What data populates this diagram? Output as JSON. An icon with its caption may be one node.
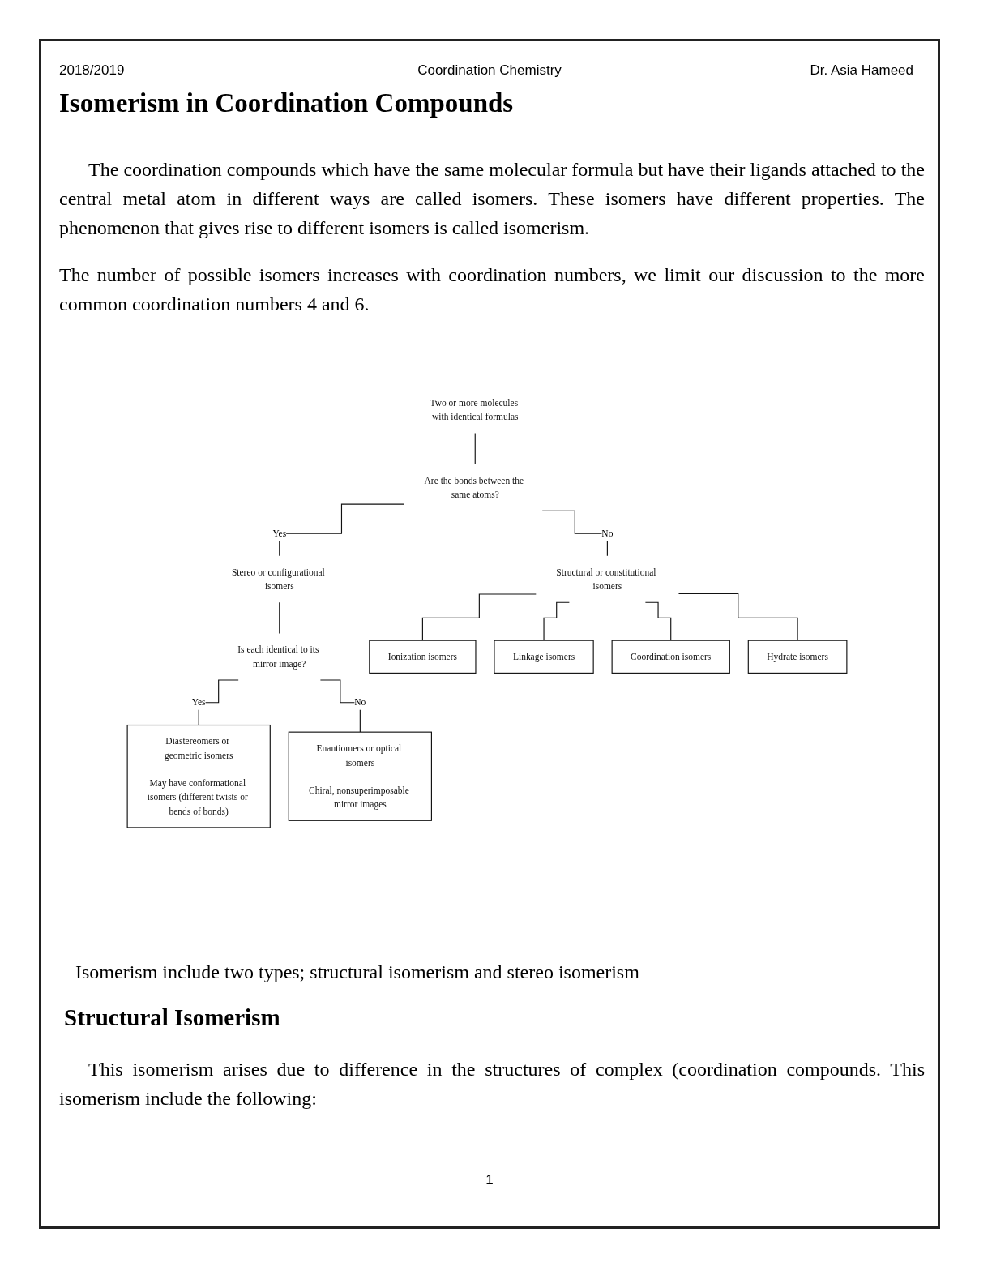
{
  "diagram": {
    "title": "Isomerism in Coordination Compounds",
    "nodes": [
      {
        "text": [
          "Two or more molecules with identical formulas"
        ]
      },
      {
        "text": [
          "Are the bonds between the same atoms?"
        ]
      },
      {
        "text": [
          "Stereo or configurational isomers"
        ]
      },
      {
        "text": [
          "Structural or constitutional isomers"
        ]
      },
      {
        "text": [
          "Is each identical to its mirror image?"
        ]
      },
      {
        "text": [
          "Ionization isomers"
        ]
      },
      {
        "text": [
          "Linkage isomers"
        ]
      },
      {
        "text": [
          "Coordination isomers"
        ]
      },
      {
        "text": [
          "Hydrate isomers"
        ]
      },
      {
        "text": [
          "Diastereomers or geometric isomers",
          "May have conformational isomers (different twists or bends of bonds)"
        ]
      },
      {
        "text": [
          "Enantiomers or optical isomers",
          "Chiral, nonsuperimposable mirror images"
        ]
      }
    ],
    "edges": [
      {
        "from": 0,
        "to": 1,
        "arrow": "none"
      },
      {
        "from": 1,
        "to": 2,
        "arrow": "none",
        "label": "Yes"
      },
      {
        "from": 1,
        "to": 3,
        "arrow": "none",
        "label": "No"
      },
      {
        "from": 2,
        "to": 4,
        "arrow": "none"
      },
      {
        "from": 3,
        "to": 5,
        "arrow": "none"
      },
      {
        "from": 3,
        "to": 6,
        "arrow": "none"
      },
      {
        "from": 3,
        "to": 7,
        "arrow": "none"
      },
      {
        "from": 3,
        "to": 8,
        "arrow": "none"
      },
      {
        "from": 4,
        "to": 9,
        "arrow": "none",
        "label": "Yes"
      },
      {
        "from": 4,
        "to": 10,
        "arrow": "none",
        "label": "No"
      }
    ],
    "labels": [
      "2018/2019",
      "Coordination Chemistry",
      "Dr. Asia Hameed",
      "The coordination compounds which have the same molecular formula but have their ligands attached to the central metal atom in different ways are called isomers. These isomers have different properties. The phenomenon that gives rise to different isomers is called isomerism.",
      "The number of possible isomers increases with coordination numbers, we limit our discussion to the more common coordination numbers 4 and 6.",
      "Isomerism include two types; structural isomerism and stereo isomerism",
      "Structural Isomerism",
      "This isomerism arises due to difference in the structures of complex (coordination compounds. This isomerism include the following:",
      "1"
    ]
  }
}
